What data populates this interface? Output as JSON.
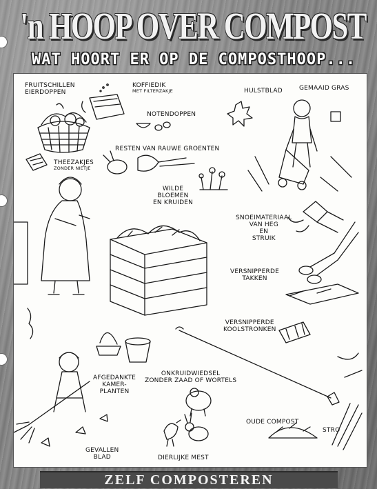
{
  "title": "'n HOOP OVER COMPOST",
  "subtitle": "WAT HOORT ER OP DE COMPOSTHOOP...",
  "labels": {
    "fruitschillen": "FRUITSCHILLEN\nEIERDOPPEN",
    "koffiedik": "KOFFIEDIK",
    "met_filterzakje": "MET FILTERZAKJE",
    "hulstblad": "HULSTBLAD",
    "gemaaid_gras": "GEMAAID GRAS",
    "notendoppen": "NOTENDOPPEN",
    "resten": "RESTEN VAN RAUWE GROENTEN",
    "theezakjes": "THEEZAKJES",
    "zonder_nietje": "ZONDER NIETJE",
    "wilde_bloemen": "WILDE\nBLOEMEN\nEN KRUIDEN",
    "snoeimateriaal": "SNOEIMATERIAAL\nVAN HEG\nEN\nSTRUIK",
    "versnipperde_takken": "VERSNIPPERDE\nTAKKEN",
    "koolstronken": "VERSNIPPERDE\nKOOLSTRONKEN",
    "kamerplanten": "AFGEDANKTE\nKAMER-\nPLANTEN",
    "onkruidwiedsel": "ONKRUIDWIEDSEL\nZONDER ZAAD OF WORTELS",
    "oude_compost": "OUDE COMPOST",
    "stro": "STRO",
    "gevallen_blad": "GEVALLEN\nBLAD",
    "dierlijke_mest": "DIERLIJKE MEST"
  },
  "footer": "ZELF COMPOSTEREN",
  "icons": [
    "fruit-basket-icon",
    "coffee-filter-icon",
    "nutshell-icon",
    "holly-leaf-icon",
    "lawnmower-icon",
    "vegetables-icon",
    "teabag-icon",
    "flowers-icon",
    "compost-bin-icon",
    "pruning-shears-icon",
    "hedge-trimmer-icon",
    "twigs-icon",
    "cabbage-stalk-icon",
    "flowerpot-icon",
    "weeding-hoe-icon",
    "sheep-icon",
    "chicken-icon",
    "rabbit-icon",
    "compost-heap-icon",
    "straw-icon",
    "rake-icon",
    "leaves-icon"
  ]
}
